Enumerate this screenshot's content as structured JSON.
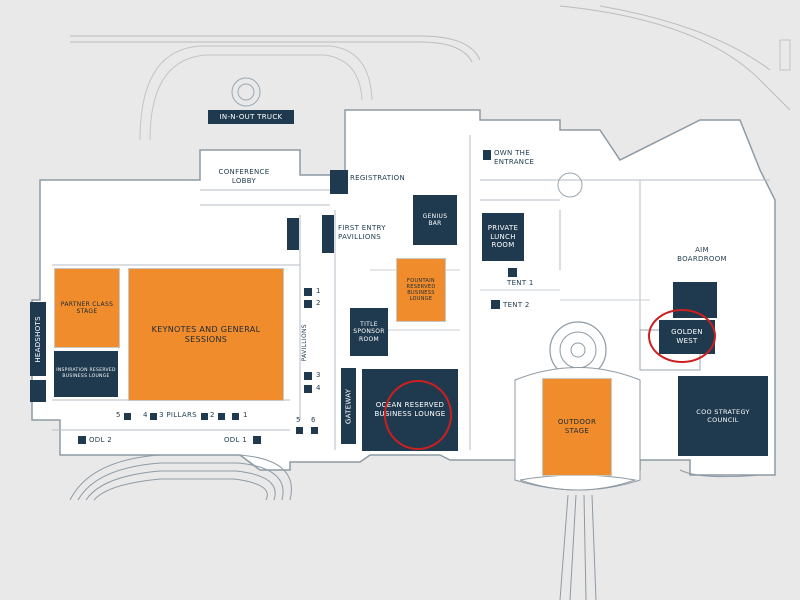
{
  "map": {
    "background_color": "#e9e9e9",
    "navy_color": "#1f3a4f",
    "orange_color": "#f08c2c",
    "highlight_color": "#cc1f1f"
  },
  "zones": {
    "in_n_out_truck": "IN-N-OUT TRUCK",
    "conference_lobby": "CONFERENCE LOBBY",
    "registration": "REGISTRATION",
    "own_the_entrance": "OWN THE ENTRANCE",
    "genius_bar": "GENIUS BAR",
    "first_entry_pavillions": "FIRST ENTRY PAVILLIONS",
    "private_lunch_room": "PRIVATE LUNCH ROOM",
    "aim_boardroom": "AIM BOARDROOM",
    "tent_1": "TENT 1",
    "tent_2": "TENT 2",
    "fountain_lounge": "FOUNTAIN RESERVED BUSINESS LOUNGE",
    "partner_class_stage": "PARTNER CLASS STAGE",
    "keynotes": "KEYNOTES AND GENERAL SESSIONS",
    "headshots": "HEADSHOTS",
    "inspiration_lounge": "INSPIRATION RESERVED BUSINESS LOUNGE",
    "pavillions": "PAVILLIONS",
    "title_sponsor_room": "TITLE SPONSOR ROOM",
    "golden_west": "GOLDEN WEST",
    "gateway": "GATEWAY",
    "ocean_lounge": "OCEAN RESERVED BUSINESS LOUNGE",
    "outdoor_stage": "OUTDOOR STAGE",
    "coo_council": "COO STRATEGY COUNCIL",
    "pillars": "3 PILLARS",
    "odl_1": "ODL 1",
    "odl_2": "ODL 2"
  },
  "numbers": {
    "n1": "1",
    "n2": "2",
    "n3": "3",
    "n4": "4",
    "n5": "5",
    "n6": "6"
  }
}
